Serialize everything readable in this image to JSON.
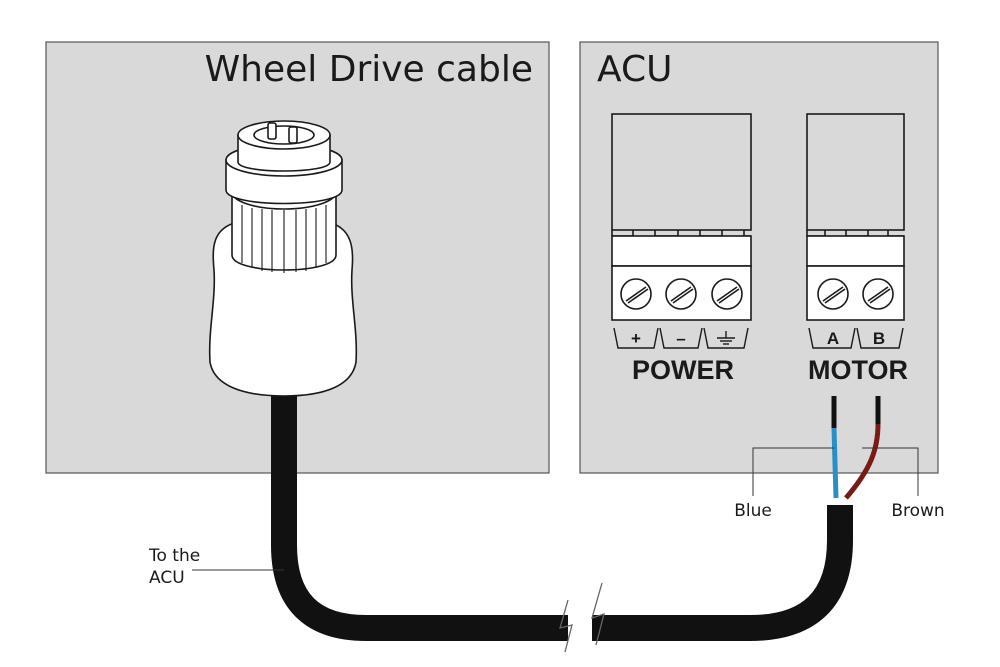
{
  "cable_panel": {
    "title": "Wheel Drive cable"
  },
  "acu_panel": {
    "title": "ACU",
    "power_block": {
      "label": "POWER",
      "pins": [
        "+",
        "–",
        "earth-ground-symbol"
      ]
    },
    "motor_block": {
      "label": "MOTOR",
      "pins": [
        "A",
        "B"
      ]
    }
  },
  "wires": {
    "blue": {
      "label": "Blue",
      "color": "#2a8fc4"
    },
    "brown": {
      "label": "Brown",
      "color": "#7a1a14"
    }
  },
  "cable_note": {
    "line1": "To the",
    "line2": "ACU"
  },
  "colors": {
    "panel_fill": "#d9d9d9",
    "cable": "#111111"
  }
}
